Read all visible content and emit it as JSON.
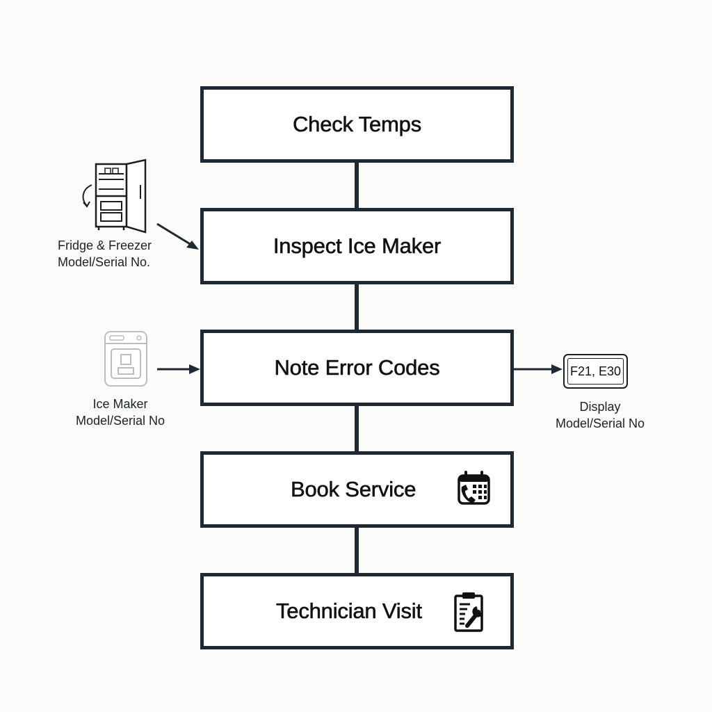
{
  "steps": [
    {
      "label": "Check Temps"
    },
    {
      "label": "Inspect Ice Maker"
    },
    {
      "label": "Note Error Codes"
    },
    {
      "label": "Book Service",
      "icon": "calendar-phone-icon"
    },
    {
      "label": "Technician Visit",
      "icon": "clipboard-wrench-icon"
    }
  ],
  "side_notes": {
    "fridge": {
      "line1": "Fridge & Freezer",
      "line2": "Model/Serial No.",
      "icon": "fridge-freezer-icon"
    },
    "ice_maker": {
      "line1": "Ice Maker",
      "line2": "Model/Serial No",
      "icon": "ice-maker-icon"
    },
    "display": {
      "line1": "Display",
      "line2": "Model/Serial No",
      "codes": "F21, E30",
      "icon": "display-screen-icon"
    }
  },
  "colors": {
    "stroke": "#1f2933",
    "background": "#fbfbfa",
    "faded_icon": "#b8bec4"
  }
}
